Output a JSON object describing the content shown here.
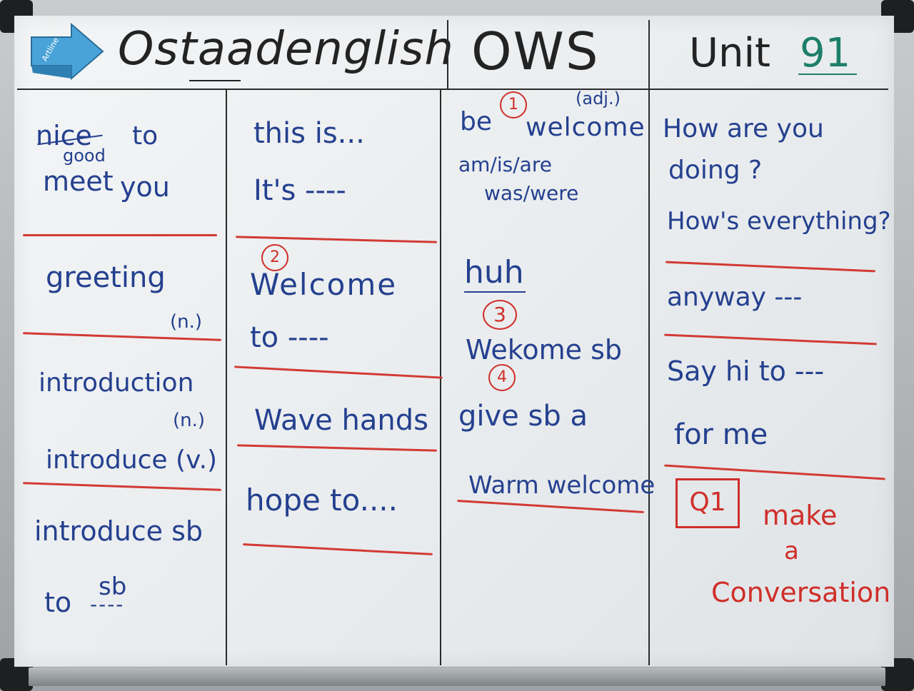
{
  "header": {
    "brand": "Ostaadenglish",
    "title": "OWS",
    "unit_label": "Unit",
    "unit_number": "91"
  },
  "eraser": {
    "label": "Artline"
  },
  "columns": [
    {
      "items": [
        "nice",
        "good",
        "to",
        "meet",
        "you",
        "greeting",
        "(n.)",
        "introduction",
        "(n.)",
        "introduce (v.)",
        "introduce sb",
        "to",
        "sb",
        "----"
      ]
    },
    {
      "items": [
        "this is...",
        "It's ----",
        "2",
        "Welcome",
        "to ----",
        "Wave hands",
        "hope to...."
      ]
    },
    {
      "items": [
        "1",
        "be",
        "(adj.)",
        "welcome",
        "am/is/are",
        "was/were",
        "huh",
        "3",
        "Wekome sb",
        "4",
        "give sb a",
        "Warm welcome"
      ]
    },
    {
      "items": [
        "How are you",
        "doing ?",
        "How's everything?",
        "anyway ---",
        "Say hi to ---",
        "for me",
        "Q1",
        "make",
        "a",
        "Conversation"
      ]
    }
  ],
  "colors": {
    "ink_blue": "#24408f",
    "ink_red": "#cf2f2a",
    "ink_black": "#232323",
    "ink_green": "#1d7f6a",
    "eraser": "#4aa3d8"
  }
}
